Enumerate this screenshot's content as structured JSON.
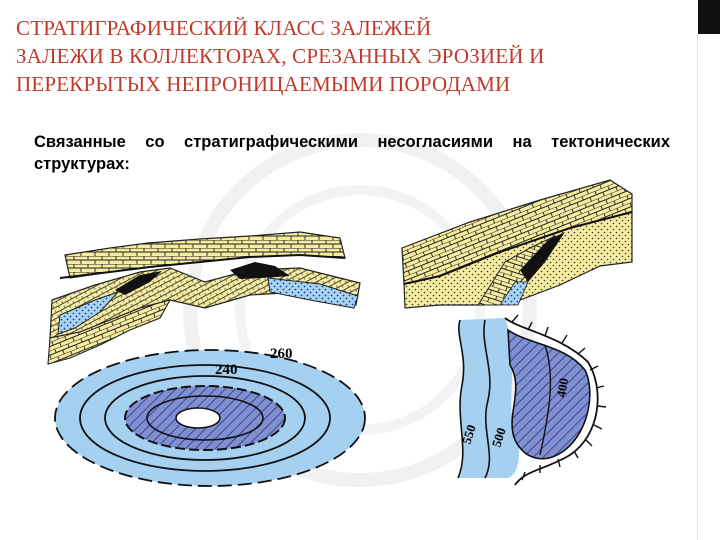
{
  "title": {
    "line1": "СТРАТИГРАФИЧЕСКИЙ КЛАСС ЗАЛЕЖЕЙ",
    "line2": "ЗАЛЕЖИ В КОЛЛЕКТОРАХ, СРЕЗАННЫХ ЭРОЗИЕЙ И",
    "line3": "ПЕРЕКРЫТЫХ НЕПРОНИЦАЕМЫМИ ПОРОДАМИ"
  },
  "subtitle": "Связанные со стратиграфическими несогласиями на тектонических структурах:",
  "left_map": {
    "contour_labels": [
      "260",
      "240"
    ]
  },
  "right_map": {
    "contour_labels": [
      "550",
      "500",
      "400"
    ]
  },
  "colors": {
    "title": "#c0392b",
    "sand": "#f5eca0",
    "water": "#a8d4f2",
    "oil": "#111111",
    "oil_map": "#7f8fd0",
    "map_water": "#a6d0f0",
    "rock_line": "#222222"
  }
}
